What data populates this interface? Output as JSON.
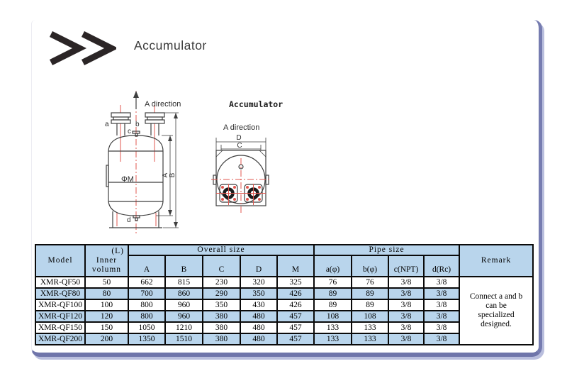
{
  "page": {
    "brand_mark": ">>",
    "title": "Accumulator"
  },
  "drawing": {
    "side_view": {
      "direction_label": "A direction",
      "nozzle_a": "a",
      "nozzle_b": "b",
      "fitting_c": "c",
      "fitting_d": "d",
      "diameter_label": "ΦM",
      "dim_a": "A",
      "dim_b": "B"
    },
    "top_view": {
      "title": "Accumulator",
      "direction_label": "A direction",
      "dim_d": "D",
      "dim_c": "C"
    }
  },
  "table": {
    "header": {
      "model": "Model",
      "volume_unit": "(L)",
      "volume_line1": "Inner",
      "volume_line2": "volumn",
      "overall_size": "Overall size",
      "pipe_size": "Pipe size",
      "remark": "Remark",
      "sub": [
        "A",
        "B",
        "C",
        "D",
        "M",
        "a(φ)",
        "b(φ)",
        "c(NPT)",
        "d(Rc)"
      ]
    },
    "rows": [
      {
        "model": "XMR-QF50",
        "volume": "50",
        "A": "662",
        "B": "815",
        "C": "230",
        "D": "320",
        "M": "325",
        "a": "76",
        "b": "76",
        "c": "3/8",
        "d": "3/8"
      },
      {
        "model": "XMR-QF80",
        "volume": "80",
        "A": "700",
        "B": "860",
        "C": "290",
        "D": "350",
        "M": "426",
        "a": "89",
        "b": "89",
        "c": "3/8",
        "d": "3/8"
      },
      {
        "model": "XMR-QF100",
        "volume": "100",
        "A": "800",
        "B": "960",
        "C": "350",
        "D": "430",
        "M": "426",
        "a": "89",
        "b": "89",
        "c": "3/8",
        "d": "3/8"
      },
      {
        "model": "XMR-QF120",
        "volume": "120",
        "A": "800",
        "B": "960",
        "C": "380",
        "D": "480",
        "M": "457",
        "a": "108",
        "b": "108",
        "c": "3/8",
        "d": "3/8"
      },
      {
        "model": "XMR-QF150",
        "volume": "150",
        "A": "1050",
        "B": "1210",
        "C": "380",
        "D": "480",
        "M": "457",
        "a": "133",
        "b": "133",
        "c": "3/8",
        "d": "3/8"
      },
      {
        "model": "XMR-QF200",
        "volume": "200",
        "A": "1350",
        "B": "1510",
        "C": "380",
        "D": "480",
        "M": "457",
        "a": "133",
        "b": "133",
        "c": "3/8",
        "d": "3/8"
      }
    ],
    "remark_lines": [
      "Connect a and b",
      "can be",
      "specialized",
      "designed."
    ]
  },
  "colors": {
    "table_blue": "#b9d5ec",
    "frame_blue": "#767cb0",
    "centerline_red": "#e0574f",
    "drawing_line": "#3f3f3f"
  }
}
